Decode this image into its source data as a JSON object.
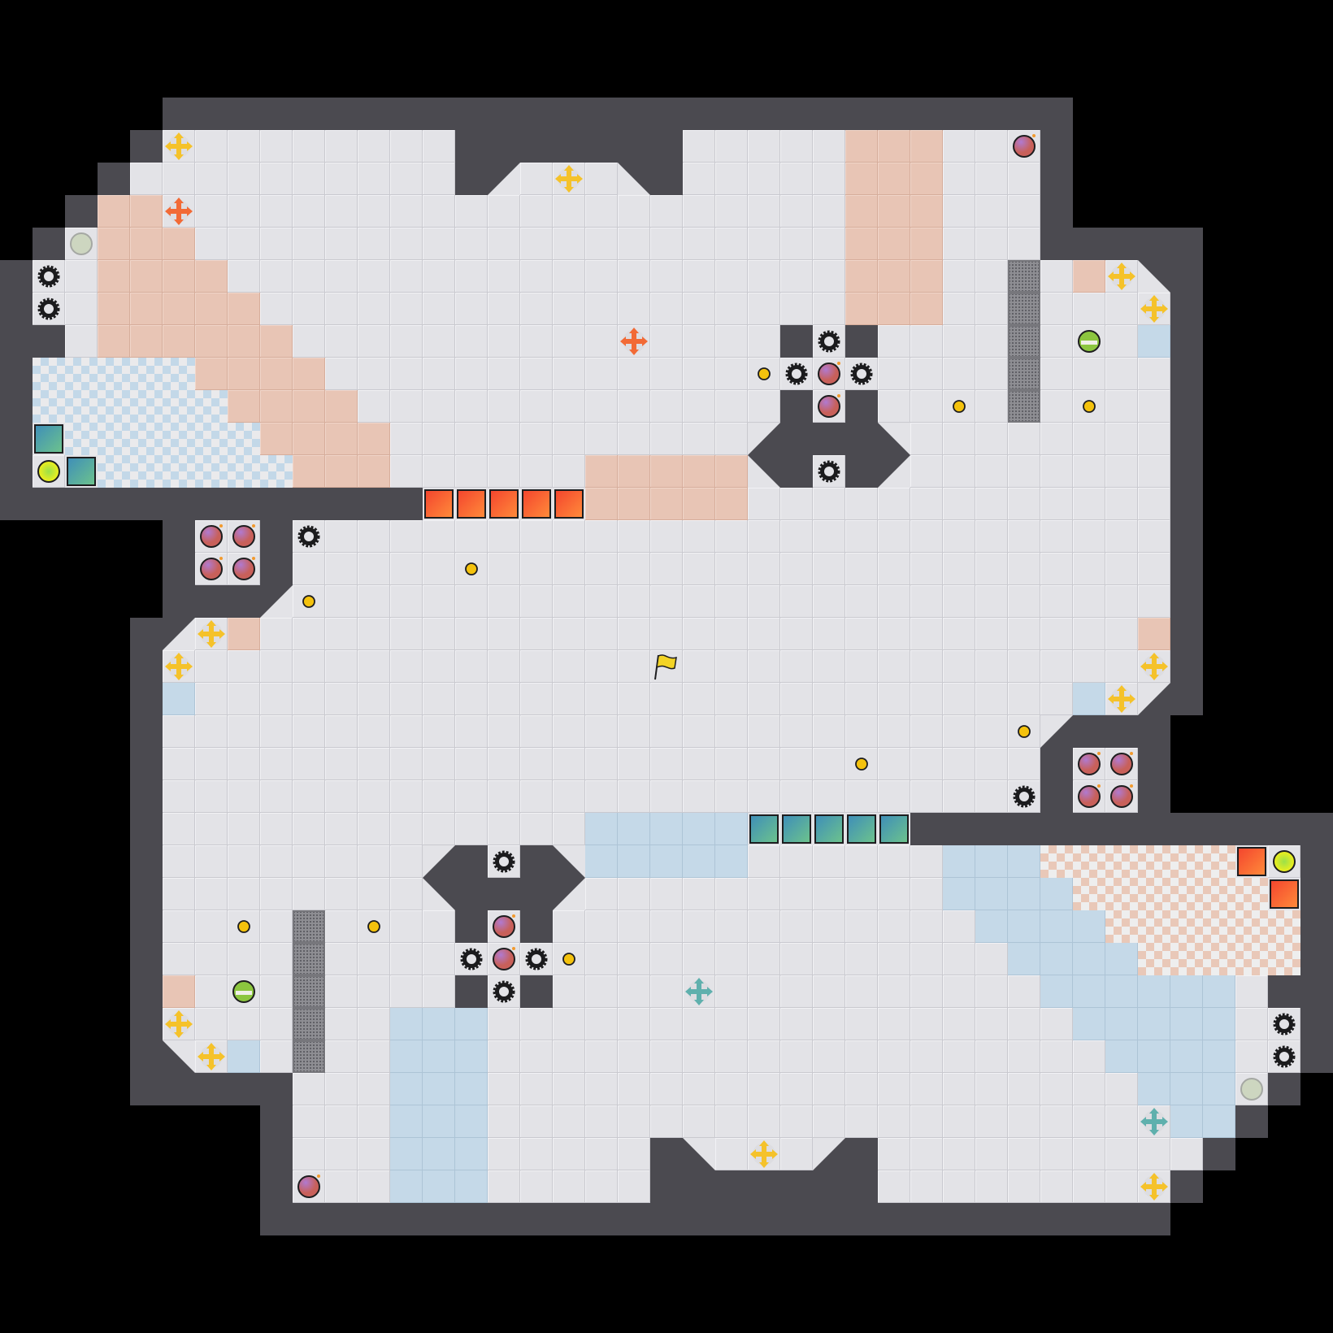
{
  "game": {
    "grid_size": 41,
    "palette": {
      "void": "#000000",
      "wall": "#4b4a50",
      "floor": "#e3e3e7",
      "peach_zone": "#e8c5b5",
      "blue_zone": "#c5d9e8",
      "grate": "#8e8e93",
      "cross_yellow": "#f5c22a",
      "cross_orange": "#f26a36",
      "cross_teal": "#5fb0ad",
      "bomb": "#9a4f9a",
      "coin": "#f4c20d",
      "gear": "#1b1b1d",
      "flag": "#f3d426"
    },
    "object_types": [
      "gear-icon",
      "bomb-icon",
      "coin-icon",
      "cross-arrows-icon",
      "flag-icon",
      "striped-ball-icon",
      "gray-circle-icon",
      "yellow-orb-icon",
      "teal-block",
      "red-block"
    ]
  }
}
